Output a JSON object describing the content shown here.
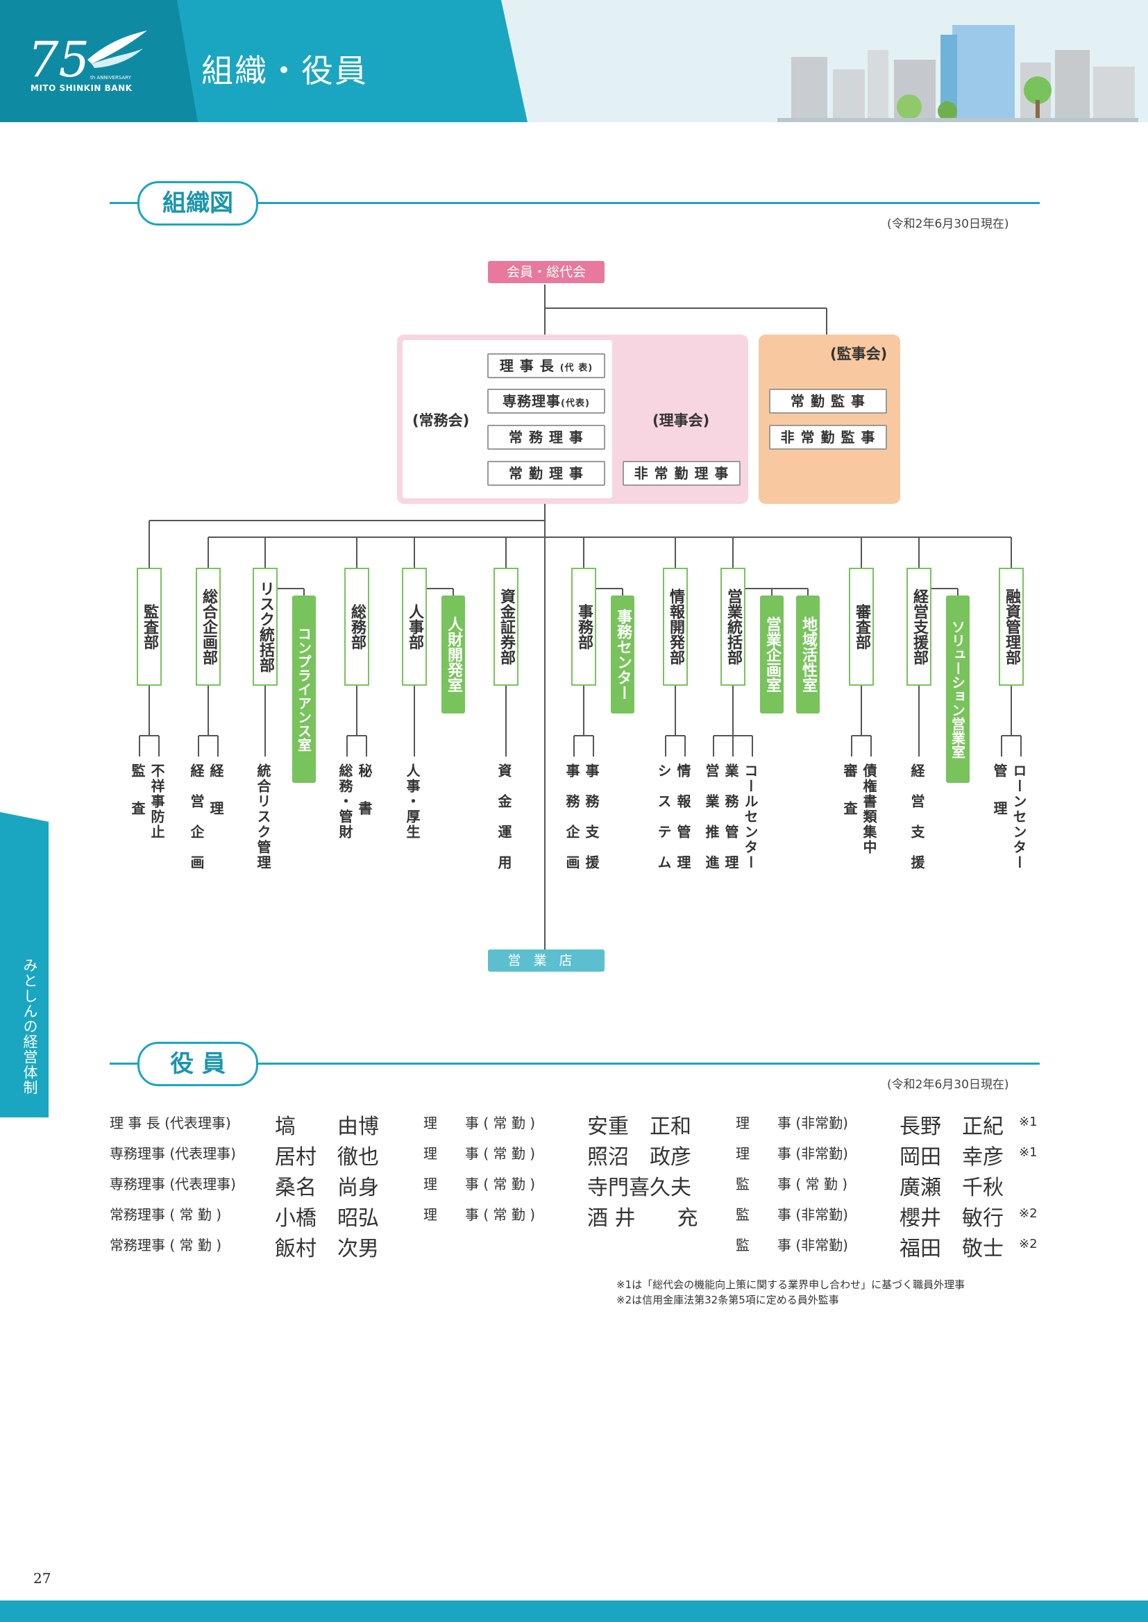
{
  "header": {
    "title": "組織・役員",
    "logo_text": "MITO SHINKIN BANK",
    "logo_small": "th ANNIVERSARY",
    "logo_number": "75"
  },
  "side_tab": "みとしんの経営体制",
  "page_number": "27",
  "org": {
    "section_label": "組織図",
    "as_of": "(令和2年6月30日現在)",
    "top": "会員・総代会",
    "bottom": "営業店",
    "jomukai": "(常務会)",
    "rijikai": "(理事会)",
    "kanjikai": "(監事会)",
    "chairman": "理 事 長",
    "chairman_note": "(代 表)",
    "senmu": "専務理事",
    "senmu_note": "(代表)",
    "jomu": "常 務 理 事",
    "jokin": "常 勤 理 事",
    "hijokin": "非 常 勤 理 事",
    "jokin_kanji": "常 勤 監 事",
    "hijokin_kanji": "非 常 勤 監 事",
    "departments": [
      {
        "name": "監査部",
        "groups": [],
        "subs": [
          "監査",
          "不祥事防止"
        ]
      },
      {
        "name": "総合企画部",
        "groups": [],
        "subs": [
          "経営企画",
          "経理"
        ]
      },
      {
        "name": "リスク統括部",
        "groups": [
          "コンプライアンス室"
        ],
        "subs": [
          "統合リスク管理"
        ]
      },
      {
        "name": "総務部",
        "groups": [],
        "subs": [
          "総務・管財",
          "秘書"
        ]
      },
      {
        "name": "人事部",
        "groups": [
          "人財開発室"
        ],
        "subs": [
          "人事・厚生"
        ]
      },
      {
        "name": "資金証券部",
        "groups": [],
        "subs": [
          "資金運用"
        ]
      },
      {
        "name": "事務部",
        "groups": [
          "事務センター"
        ],
        "subs": [
          "事務企画",
          "事務支援"
        ]
      },
      {
        "name": "情報開発部",
        "groups": [],
        "subs": [
          "システム",
          "情報管理"
        ]
      },
      {
        "name": "営業統括部",
        "groups": [
          "営業企画室",
          "地域活性室"
        ],
        "subs": [
          "営業推進",
          "業務管理",
          "コールセンター"
        ]
      },
      {
        "name": "審査部",
        "groups": [],
        "subs": [
          "審査",
          "債権書類集中"
        ]
      },
      {
        "name": "経営支援部",
        "groups": [
          "ソリューション営業室"
        ],
        "subs": [
          "経営支援"
        ]
      },
      {
        "name": "融資管理部",
        "groups": [],
        "subs": [
          "管理",
          "ローンセンター"
        ]
      }
    ]
  },
  "officers": {
    "section_label": "役 員",
    "as_of": "(令和2年6月30日現在)",
    "col1": [
      {
        "title": "理 事 長 (代表理事)",
        "name": "塙　　由博",
        "mark": ""
      },
      {
        "title": "専務理事 (代表理事)",
        "name": "居村　徹也",
        "mark": ""
      },
      {
        "title": "専務理事 (代表理事)",
        "name": "桑名　尚身",
        "mark": ""
      },
      {
        "title": "常務理事 ( 常 勤 )",
        "name": "小橋　昭弘",
        "mark": ""
      },
      {
        "title": "常務理事 ( 常 勤 )",
        "name": "飯村　次男",
        "mark": ""
      }
    ],
    "col2": [
      {
        "title": "理　　事 ( 常 勤 )",
        "name": "安重　正和",
        "mark": ""
      },
      {
        "title": "理　　事 ( 常 勤 )",
        "name": "照沼　政彦",
        "mark": ""
      },
      {
        "title": "理　　事 ( 常 勤 )",
        "name": "寺門喜久夫",
        "mark": ""
      },
      {
        "title": "理　　事 ( 常 勤 )",
        "name": "酒 井　　充",
        "mark": ""
      }
    ],
    "col3": [
      {
        "title": "理　　事 (非常勤)",
        "name": "長野　正紀",
        "mark": "※1"
      },
      {
        "title": "理　　事 (非常勤)",
        "name": "岡田　幸彦",
        "mark": "※1"
      },
      {
        "title": "監　　事 ( 常 勤 )",
        "name": "廣瀬　千秋",
        "mark": ""
      },
      {
        "title": "監　　事 (非常勤)",
        "name": "櫻井　敏行",
        "mark": "※2"
      },
      {
        "title": "監　　事 (非常勤)",
        "name": "福田　敬士",
        "mark": "※2"
      }
    ],
    "notes": [
      "※1は「総代会の機能向上策に関する業界申し合わせ」に基づく職員外理事",
      "※2は信用金庫法第32条第5項に定める員外監事"
    ]
  }
}
